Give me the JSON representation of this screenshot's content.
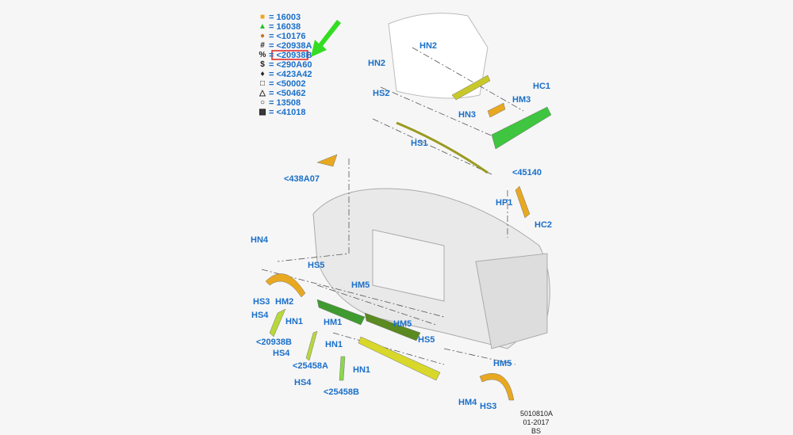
{
  "legend": [
    {
      "symbol": "■",
      "value": "= 16003",
      "color": "#f2a51c"
    },
    {
      "symbol": "▲",
      "value": "= 16038",
      "color": "#22c022"
    },
    {
      "symbol": "●",
      "value": "= <10176",
      "color": "#c8742a"
    },
    {
      "symbol": "#",
      "value": "= <20938A",
      "color": "#222"
    },
    {
      "symbol": "%",
      "value": "= <20938B",
      "color": "#222"
    },
    {
      "symbol": "$",
      "value": "= <290A60",
      "color": "#222"
    },
    {
      "symbol": "♦",
      "value": "= <423A42",
      "color": "#222"
    },
    {
      "symbol": "□",
      "value": "= <50002",
      "color": "#222"
    },
    {
      "symbol": "△",
      "value": "= <50462",
      "color": "#222"
    },
    {
      "symbol": "○",
      "value": "= 13508",
      "color": "#222"
    },
    {
      "symbol": "▩",
      "value": "= <41018",
      "color": "#222"
    }
  ],
  "callouts": [
    "HN2",
    "HN2",
    "HS2",
    "HC1",
    "HM3",
    "HN3",
    "HS1",
    "<45140",
    "<438A07",
    "HP1",
    "HC2",
    "HN4",
    "HS5",
    "HM5",
    "HS3",
    "HM2",
    "HN1",
    "HS4",
    "HM1",
    "HM5",
    "<20938B",
    "HN1",
    "HS4",
    "HS5",
    "<25458A",
    "HN1",
    "HM5",
    "HS4",
    "<25458B",
    "HM4",
    "HS3"
  ],
  "reference": {
    "code": "5010810A",
    "date": "01-2017",
    "initials": "BS"
  },
  "colors": {
    "label": "#1a6fc9",
    "highlight": "#e02020",
    "arrow": "#33dd22",
    "trim_green": "#3fc53f",
    "trim_yellow": "#c8c82a",
    "trim_orange": "#e8a820"
  }
}
